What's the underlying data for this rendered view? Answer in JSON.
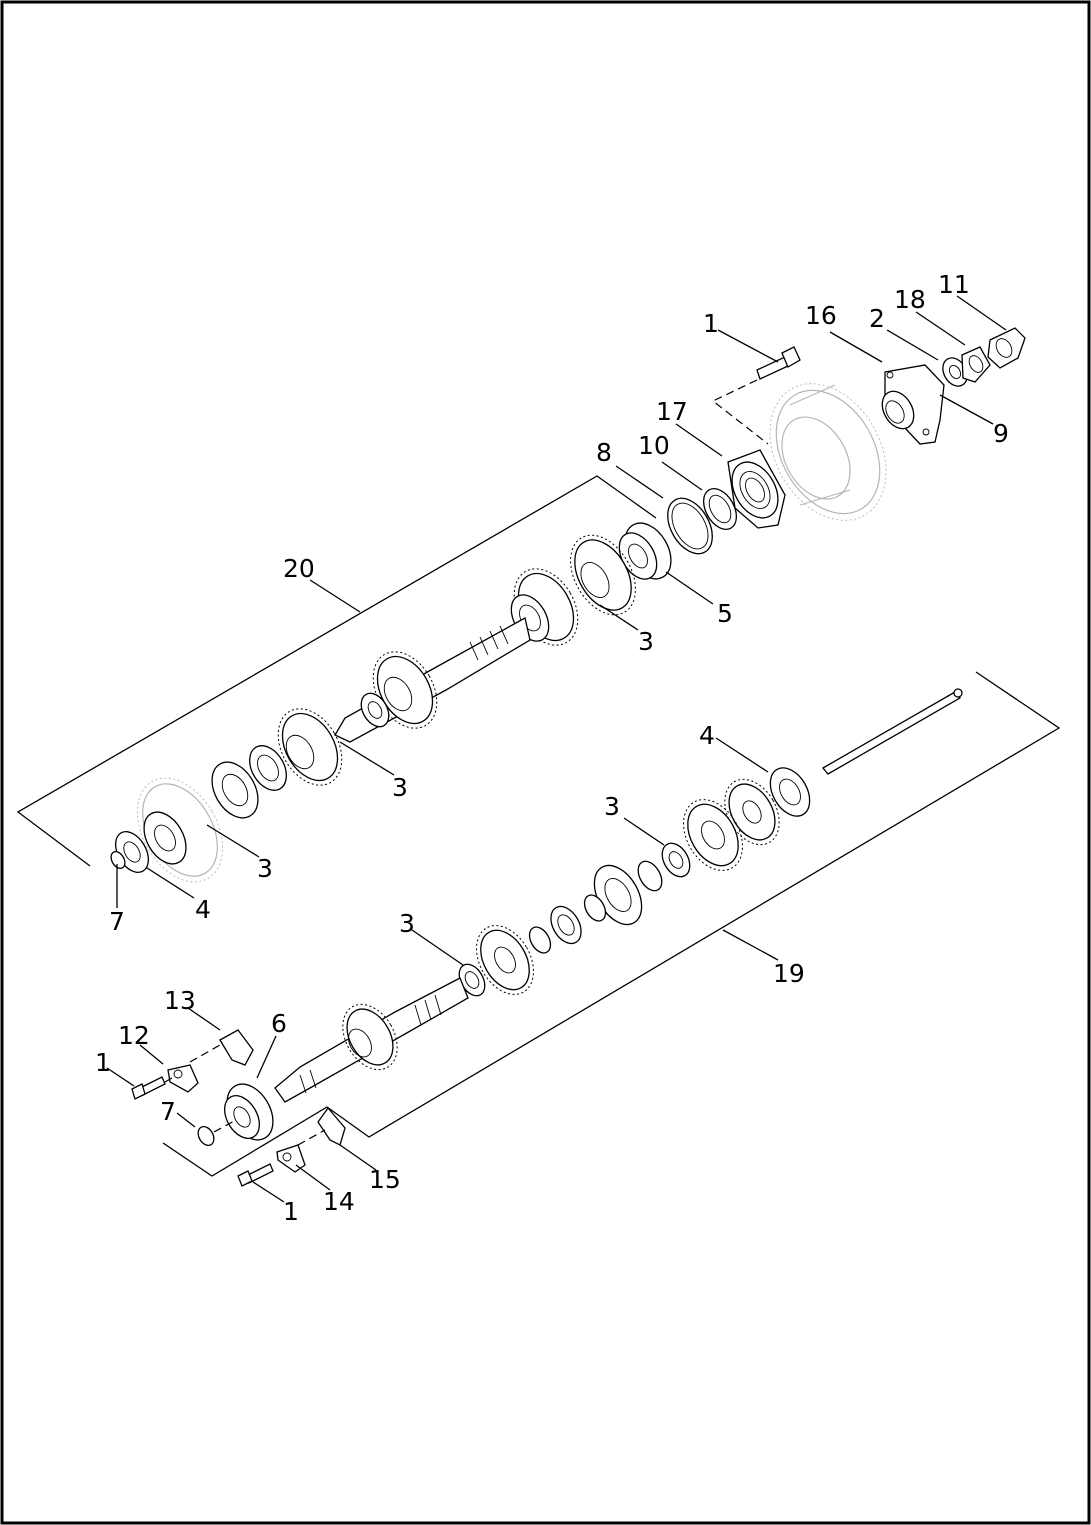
{
  "callouts": [
    {
      "id": "c1a",
      "text": "1"
    },
    {
      "id": "c16",
      "text": "16"
    },
    {
      "id": "c2",
      "text": "2"
    },
    {
      "id": "c18",
      "text": "18"
    },
    {
      "id": "c11",
      "text": "11"
    },
    {
      "id": "c9",
      "text": "9"
    },
    {
      "id": "c17",
      "text": "17"
    },
    {
      "id": "c10",
      "text": "10"
    },
    {
      "id": "c8",
      "text": "8"
    },
    {
      "id": "c20",
      "text": "20"
    },
    {
      "id": "c5",
      "text": "5"
    },
    {
      "id": "c3a",
      "text": "3"
    },
    {
      "id": "c3b",
      "text": "3"
    },
    {
      "id": "c3c",
      "text": "3"
    },
    {
      "id": "c4a",
      "text": "4"
    },
    {
      "id": "c7a",
      "text": "7"
    },
    {
      "id": "c4b",
      "text": "4"
    },
    {
      "id": "c3d",
      "text": "3"
    },
    {
      "id": "c3e",
      "text": "3"
    },
    {
      "id": "c19",
      "text": "19"
    },
    {
      "id": "c13",
      "text": "13"
    },
    {
      "id": "c6",
      "text": "6"
    },
    {
      "id": "c12",
      "text": "12"
    },
    {
      "id": "c1b",
      "text": "1"
    },
    {
      "id": "c7b",
      "text": "7"
    },
    {
      "id": "c15",
      "text": "15"
    },
    {
      "id": "c14",
      "text": "14"
    },
    {
      "id": "c1c",
      "text": "1"
    }
  ]
}
